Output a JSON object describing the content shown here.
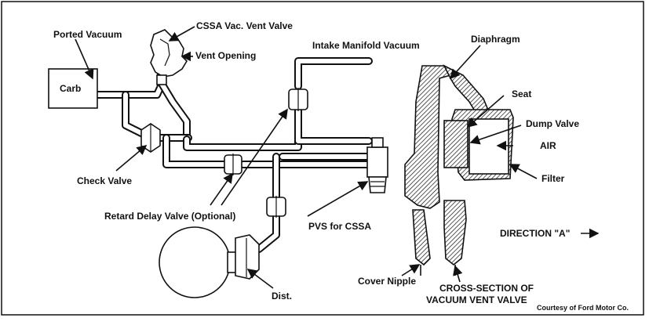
{
  "labels": {
    "carb": "Carb",
    "ported_vacuum": "Ported Vacuum",
    "cssa_vac_vent_valve": "CSSA Vac. Vent Valve",
    "vent_opening": "Vent Opening",
    "intake_manifold_vacuum": "Intake Manifold Vacuum",
    "check_valve": "Check Valve",
    "retard_delay_valve": "Retard Delay Valve (Optional)",
    "dist": "Dist.",
    "pvs_for_cssa": "PVS for CSSA",
    "diaphragm": "Diaphragm",
    "seat": "Seat",
    "dump_valve": "Dump Valve",
    "air": "AIR",
    "filter": "Filter",
    "direction": "DIRECTION \"A\"",
    "cover_nipple": "Cover Nipple",
    "cross_section_line1": "CROSS-SECTION OF",
    "cross_section_line2": "VACUUM VENT VALVE",
    "courtesy": "Courtesy of Ford Motor Co."
  }
}
